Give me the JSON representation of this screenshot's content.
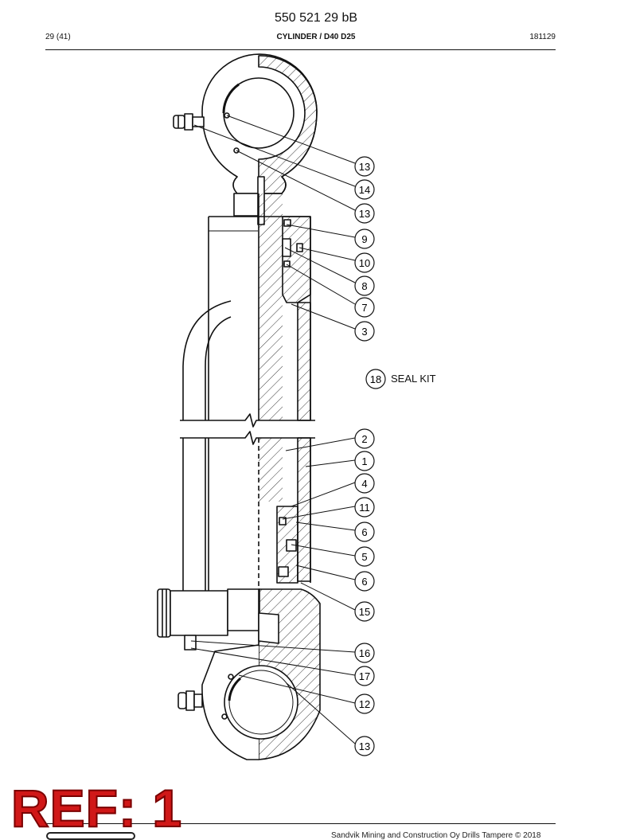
{
  "document": {
    "title": "550 521 29 bB",
    "page": "29 (41)",
    "section": "CYLINDER / D40 D25",
    "code": "181129"
  },
  "diagram": {
    "callouts": [
      {
        "number": "13"
      },
      {
        "number": "14"
      },
      {
        "number": "13"
      },
      {
        "number": "9"
      },
      {
        "number": "10"
      },
      {
        "number": "8"
      },
      {
        "number": "7"
      },
      {
        "number": "3"
      },
      {
        "number": "18"
      },
      {
        "number": "2"
      },
      {
        "number": "1"
      },
      {
        "number": "4"
      },
      {
        "number": "11"
      },
      {
        "number": "6"
      },
      {
        "number": "5"
      },
      {
        "number": "6"
      },
      {
        "number": "15"
      },
      {
        "number": "16"
      },
      {
        "number": "17"
      },
      {
        "number": "12"
      },
      {
        "number": "13"
      }
    ],
    "kit_label": "SEAL KIT"
  },
  "stamp": {
    "text": "REF: 1"
  },
  "footer": {
    "text": "Sandvik Mining and Construction Oy Drills Tampere © 2018"
  }
}
